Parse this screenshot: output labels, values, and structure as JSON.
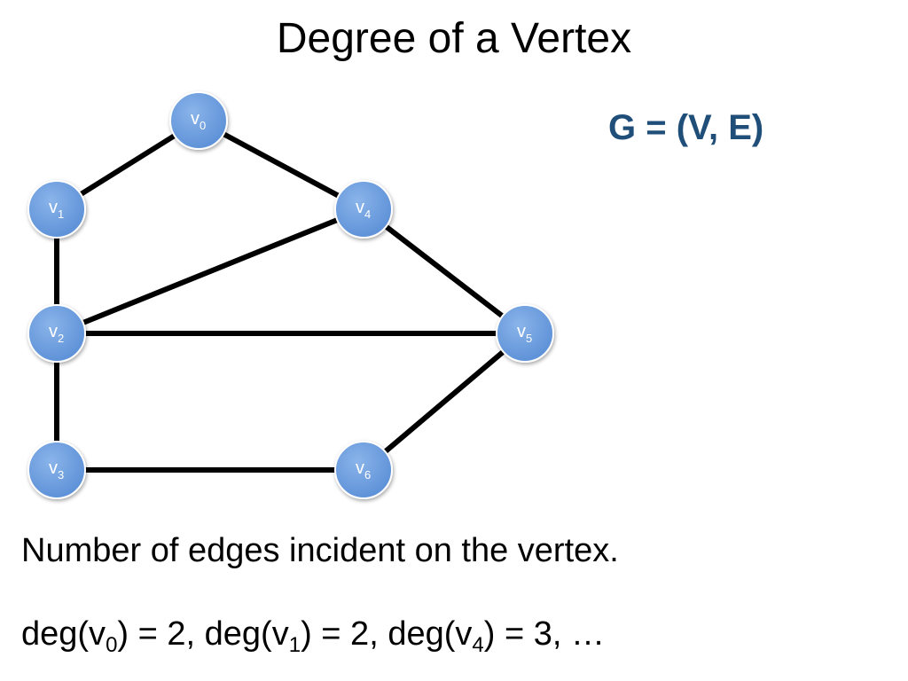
{
  "title": "Degree of a Vertex",
  "graph_notation": "G = (V, E)",
  "colors": {
    "node_fill": "#5b8fd6",
    "node_fill_light": "#8ab4ea",
    "notation": "#1f4e79",
    "edge": "#000000"
  },
  "graph": {
    "nodes": [
      {
        "id": "v0",
        "base": "v",
        "sub": "0"
      },
      {
        "id": "v1",
        "base": "v",
        "sub": "1"
      },
      {
        "id": "v2",
        "base": "v",
        "sub": "2"
      },
      {
        "id": "v3",
        "base": "v",
        "sub": "3"
      },
      {
        "id": "v4",
        "base": "v",
        "sub": "4"
      },
      {
        "id": "v5",
        "base": "v",
        "sub": "5"
      },
      {
        "id": "v6",
        "base": "v",
        "sub": "6"
      }
    ],
    "edges": [
      [
        "v0",
        "v1"
      ],
      [
        "v0",
        "v4"
      ],
      [
        "v1",
        "v2"
      ],
      [
        "v2",
        "v4"
      ],
      [
        "v2",
        "v5"
      ],
      [
        "v2",
        "v3"
      ],
      [
        "v4",
        "v5"
      ],
      [
        "v3",
        "v6"
      ],
      [
        "v5",
        "v6"
      ]
    ]
  },
  "definition": "Number of edges incident on the vertex.",
  "degrees": [
    {
      "prefix": "deg(v",
      "sub": "0",
      "suffix": ") = 2"
    },
    {
      "prefix": "deg(v",
      "sub": "1",
      "suffix": ") = 2"
    },
    {
      "prefix": "deg(v",
      "sub": "4",
      "suffix": ") = 3"
    }
  ],
  "degrees_tail": ", …"
}
